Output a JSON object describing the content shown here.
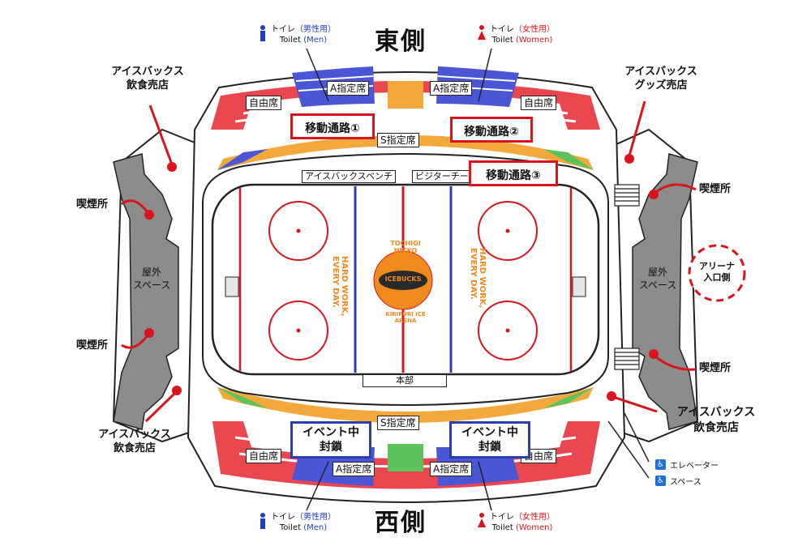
{
  "sides": {
    "east": "東側",
    "west": "西側"
  },
  "seating": {
    "a_reserved": "A指定席",
    "s_reserved": "S指定席",
    "free": "自由席"
  },
  "rink": {
    "home_bench": "アイスバックスベンチ",
    "visitor_bench": "ビジターチー",
    "headquarters": "本部",
    "logo_text_top": "TOCHIGI NIKKO",
    "logo_text_bottom": "KIRIFURI ICE ARENA",
    "logo_center": "ICEBUCKS",
    "slogan": "HARD WORK, EVERY DAY."
  },
  "passages": {
    "p1": "移動通路①",
    "p2": "移動通路②",
    "p3": "移動通路③"
  },
  "closures": {
    "line1": "イベント中",
    "line2": "封鎖"
  },
  "callouts": {
    "food_nw_line1": "アイスバックス",
    "food_nw_line2": "飲食売店",
    "goods_line1": "アイスバックス",
    "goods_line2": "グッズ売店",
    "smoking": "喫煙所",
    "food_sw_line1": "アイスバックス",
    "food_sw_line2": "飲食売店",
    "food_se_line1": "アイスバックス",
    "food_se_line2": "飲食売店",
    "outdoor_line1": "屋外",
    "outdoor_line2": "スペース",
    "arena_entry_line1": "アリーナ",
    "arena_entry_line2": "入口側"
  },
  "toilets": {
    "label_jp": "トイレ",
    "men_sub": "（男性用）",
    "women_sub": "（女性用）",
    "men_en": "Toilet",
    "men_en_sub": "(Men)",
    "women_en": "Toilet",
    "women_en_sub": "(Women)"
  },
  "legend": {
    "elevator": "エレベーター",
    "space": "スペース",
    "wheelchair_icon": "wheelchair-icon"
  },
  "colors": {
    "red_seats": "#e8323c",
    "blue_seats": "#4a56d6",
    "orange_seats": "#f2a83a",
    "green_seats": "#5cc35c",
    "rink_red": "#d9141c",
    "rink_blue": "#2b3faa",
    "outdoor_grey": "#8c8c8c",
    "passage_border": "#d9141c",
    "closed_border": "#2b3faa",
    "logo_orange": "#f08a1c"
  }
}
